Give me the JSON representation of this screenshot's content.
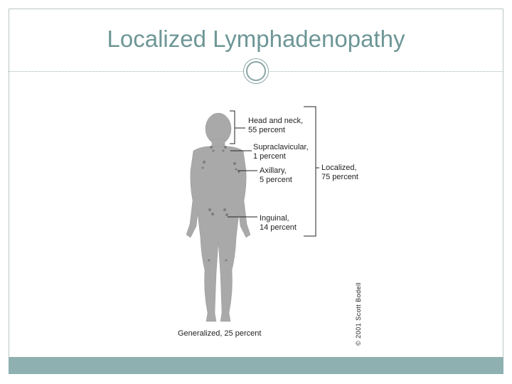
{
  "slide": {
    "title": "Localized Lymphadenopathy"
  },
  "figure": {
    "labels": {
      "head_neck_line1": "Head and neck,",
      "head_neck_line2": "55 percent",
      "supraclavicular_line1": "Supraclavicular,",
      "supraclavicular_line2": "1 percent",
      "axillary_line1": "Axillary,",
      "axillary_line2": "5 percent",
      "inguinal_line1": "Inguinal,",
      "inguinal_line2": "14 percent",
      "localized_line1": "Localized,",
      "localized_line2": "75 percent",
      "generalized": "Generalized, 25 percent",
      "copyright": "© 2001 Scott Bodell"
    },
    "colors": {
      "body_fill": "#a9a9a9",
      "node_dots": "#7d7d7d",
      "accent": "#6e9696",
      "footer": "#8fb0b0"
    }
  }
}
